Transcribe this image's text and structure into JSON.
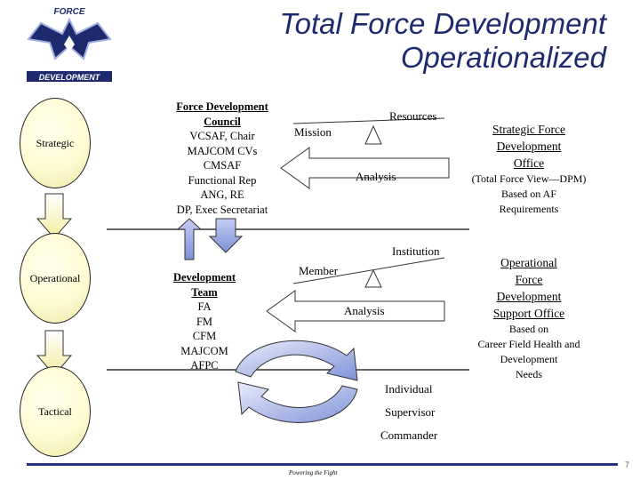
{
  "logo": {
    "top_text": "FORCE",
    "bottom_text": "DEVELOPMENT"
  },
  "title": {
    "line1": "Total Force Development",
    "line2": "Operationalized"
  },
  "levels": {
    "strategic": "Strategic",
    "operational": "Operational",
    "tactical": "Tactical"
  },
  "council": {
    "lines": [
      "Force Development",
      "Council",
      "VCSAF, Chair",
      "MAJCOM CVs",
      "CMSAF",
      "Functional Rep",
      "ANG, RE",
      "DP, Exec Secretariat"
    ]
  },
  "team": {
    "lines": [
      "Development",
      "Team",
      "FA",
      "FM",
      "CFM",
      "MAJCOM",
      "AFPC"
    ]
  },
  "strategic_scale": {
    "left_label": "Mission",
    "right_label": "Resources",
    "analysis": "Analysis"
  },
  "operational_scale": {
    "top_label": "Institution",
    "left_label": "Member",
    "analysis": "Analysis"
  },
  "tactical_list": [
    "Individual",
    "Supervisor",
    "Commander"
  ],
  "strategic_office": {
    "lines": [
      "Strategic Force",
      "Development",
      "Office"
    ],
    "sub": [
      "(Total Force View—DPM)",
      "Based on AF",
      "Requirements"
    ]
  },
  "operational_office": {
    "lines": [
      "Operational",
      "Force",
      "Development",
      "Support Office"
    ],
    "sub": [
      "Based on",
      "Career Field Health and",
      "Development",
      "Needs"
    ]
  },
  "footer": {
    "tagline": "Powering the Fight",
    "page": "7"
  },
  "colors": {
    "title": "#1f2a6e",
    "arrow_blue": "#9aa8e0",
    "level_fill": "#fdfbd2",
    "footer_bar": "#25327a"
  }
}
